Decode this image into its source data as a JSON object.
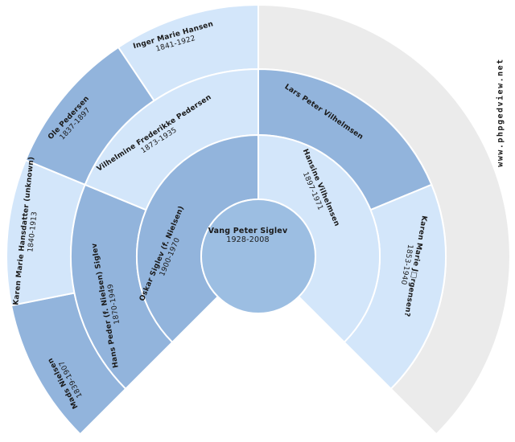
{
  "watermark": "www.phpgedview.net",
  "colors": {
    "male": "#92B4DC",
    "female": "#D3E6FA",
    "center": "#9CBEE2",
    "empty": "#EBEBEB",
    "separator": "#FFFFFF",
    "text": "#1A1A1A"
  },
  "people": {
    "center": {
      "name": "Vang Peter Siglev",
      "dates": "1928-2008"
    },
    "father": {
      "name": "Oskar Siglev (f. Nielsen)",
      "dates": "1900-1970"
    },
    "mother": {
      "name": "Hansine Vilhelmsen",
      "dates": "1897-1971"
    },
    "pgf": {
      "name": "Hans Peder (f. Nielsen) Siglev",
      "dates": "1870-1949"
    },
    "pgm": {
      "name": "Vilhelmine Frederikke Pedersen",
      "dates": "1873-1935"
    },
    "mgf": {
      "name": "Lars Peter Vilhelmsen",
      "dates": ""
    },
    "mgm": {
      "name": "Karen Marie J□rgensen?",
      "dates": "1853-1940"
    },
    "ppgf": {
      "name": "Mads Nielsen",
      "dates": "1839-1907"
    },
    "ppgm": {
      "name": "Karen Marie Hansdatter (unknown)",
      "dates": "1840-1913"
    },
    "pmgf": {
      "name": "Ole Pedersen",
      "dates": "1837-1897"
    },
    "pmgm": {
      "name": "Inger Marie Hansen",
      "dates": "1841-1922"
    }
  }
}
